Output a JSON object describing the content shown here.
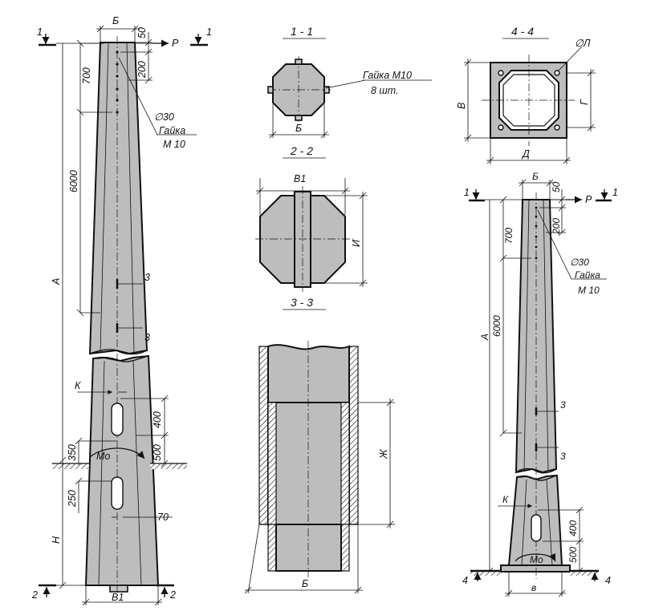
{
  "left_elevation": {
    "section_marks": [
      "1",
      "1",
      "2",
      "2"
    ],
    "force_label": "P",
    "dims": {
      "B": "Б",
      "d50": "50",
      "d200": "200",
      "d700": "700",
      "d6000": "6000",
      "A": "А",
      "d350": "350",
      "d250": "250",
      "H": "Н",
      "d400": "400",
      "d500": "500",
      "d70": "70",
      "B1": "В1"
    },
    "hole_diameter": "∅30",
    "nut_line1": "Гайка",
    "nut_line2": "М 10",
    "cut_marks": [
      "3",
      "3"
    ],
    "k_label": "К",
    "moment_label": "Мо"
  },
  "section_1_1": {
    "title": "1 - 1",
    "nut_label": "Гайка М10",
    "nut_qty": "8 шт.",
    "dim": "Б"
  },
  "section_2_2": {
    "title": "2 - 2",
    "dim_top": "В1",
    "dim_side": "И"
  },
  "section_3_3": {
    "title": "3 - 3",
    "dim_side": "Ж",
    "dim_bottom": "Б"
  },
  "section_4_4": {
    "title": "4 - 4",
    "hole_label": "∅Л",
    "dim_left": "В",
    "dim_right": "Г",
    "dim_bottom": "Д"
  },
  "right_elevation": {
    "section_marks": [
      "1",
      "1",
      "4",
      "4"
    ],
    "force_label": "P",
    "dims": {
      "B": "Б",
      "d50": "50",
      "d200": "200",
      "d700": "700",
      "d6000": "6000",
      "A": "А",
      "d400": "400",
      "d500": "500",
      "base": "в"
    },
    "hole_diameter": "∅30",
    "nut_line1": "Гайка",
    "nut_line2": "М 10",
    "cut_marks": [
      "3",
      "3"
    ],
    "k_label": "К",
    "moment_label": "Мо"
  }
}
